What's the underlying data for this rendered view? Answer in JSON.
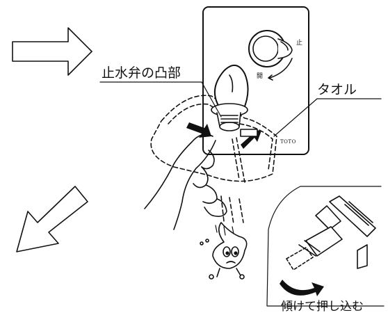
{
  "labels": {
    "valve_protrusion": "止水弁の凸部",
    "towel": "タオル",
    "tilt_and_push": "傾けて押し込む",
    "dial_stop": "止",
    "dial_open": "開",
    "brand": "TOTO"
  },
  "colors": {
    "line": "#111111",
    "fill": "#ffffff",
    "arrow_fill": "#111111"
  },
  "icons": {
    "arrow_right": "hollow-block-arrow-right",
    "arrow_down_left": "hollow-block-arrow-down-left",
    "rotate": "curved-rotate-arrow"
  }
}
